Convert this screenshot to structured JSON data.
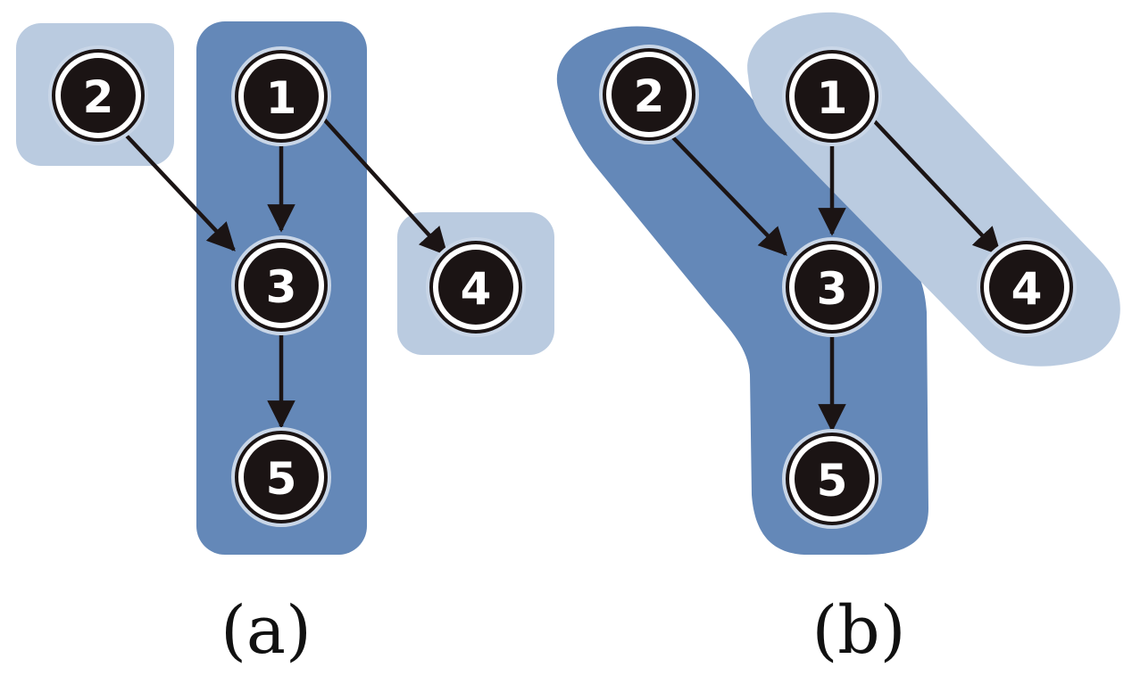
{
  "colors": {
    "cluster_dark": "#6488b8",
    "cluster_light": "#bacbe0",
    "node_fill": "#1b1414",
    "node_ring": "#ffffff",
    "node_ring_outer": "#c9d6e7",
    "arrow": "#1b1414",
    "caption": "#111111"
  },
  "panels": [
    {
      "caption": "(a)",
      "nodes": [
        {
          "label": "1"
        },
        {
          "label": "2"
        },
        {
          "label": "3"
        },
        {
          "label": "4"
        },
        {
          "label": "5"
        }
      ],
      "edges": [
        {
          "from": "1",
          "to": "3"
        },
        {
          "from": "1",
          "to": "4"
        },
        {
          "from": "2",
          "to": "3"
        },
        {
          "from": "3",
          "to": "5"
        }
      ],
      "clusters": [
        {
          "members": [
            "1",
            "3",
            "5"
          ],
          "shade": "dark"
        },
        {
          "members": [
            "2"
          ],
          "shade": "light"
        },
        {
          "members": [
            "4"
          ],
          "shade": "light"
        }
      ]
    },
    {
      "caption": "(b)",
      "nodes": [
        {
          "label": "1"
        },
        {
          "label": "2"
        },
        {
          "label": "3"
        },
        {
          "label": "4"
        },
        {
          "label": "5"
        }
      ],
      "edges": [
        {
          "from": "1",
          "to": "3"
        },
        {
          "from": "1",
          "to": "4"
        },
        {
          "from": "2",
          "to": "3"
        },
        {
          "from": "3",
          "to": "5"
        }
      ],
      "clusters": [
        {
          "members": [
            "2",
            "3",
            "5"
          ],
          "shade": "dark"
        },
        {
          "members": [
            "1",
            "4"
          ],
          "shade": "light"
        }
      ]
    }
  ]
}
